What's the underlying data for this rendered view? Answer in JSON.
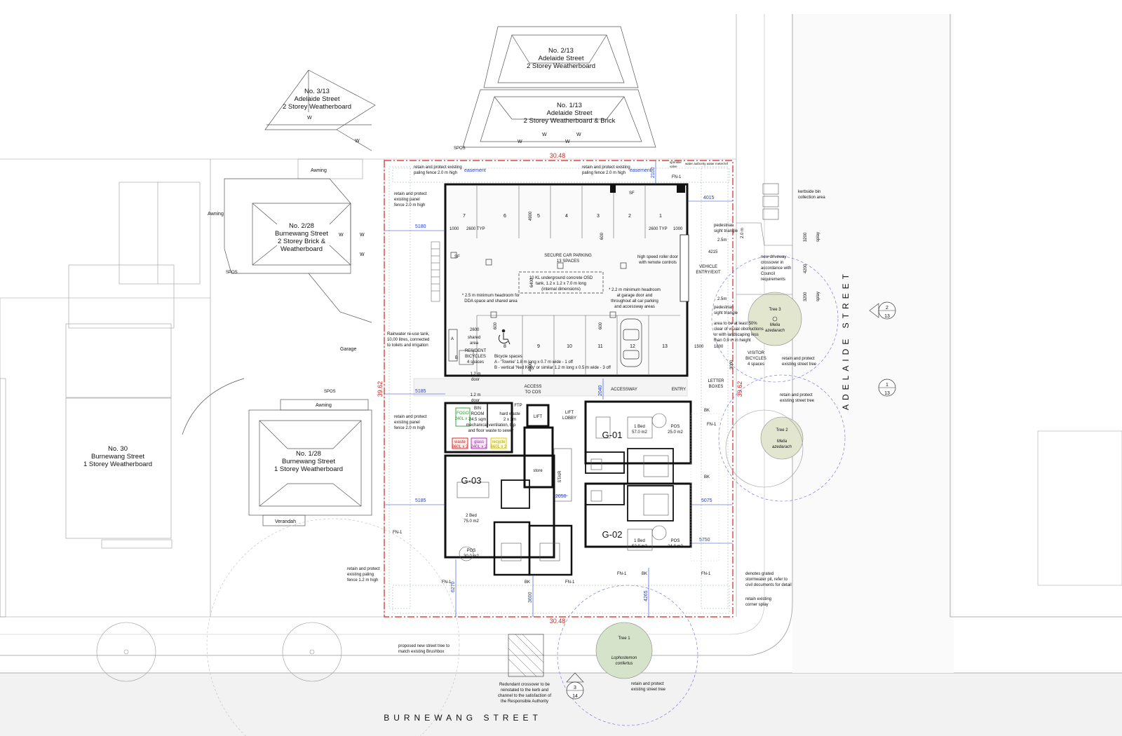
{
  "streets": {
    "south": "BURNEWANG STREET",
    "east": "ADELAIDE STREET"
  },
  "neighbours": [
    {
      "no": "No. 2/13",
      "street": "Adelaide Street",
      "type": "2 Storey Weatherboard"
    },
    {
      "no": "No. 3/13",
      "street": "Adelaide Street",
      "type": "2 Storey Weatherboard"
    },
    {
      "no": "No. 1/13",
      "street": "Adelaide Street",
      "type": "2 Storey Weatherboard & Brick"
    },
    {
      "no": "No. 2/28",
      "street": "Burnewang Street",
      "type": "2 Storey Brick &",
      "type2": "Weatherboard"
    },
    {
      "no": "No. 30",
      "street": "Burnewang Street",
      "type": "1 Storey Weatherboard"
    },
    {
      "no": "No. 1/28",
      "street": "Burnewang Street",
      "type": "1 Storey Weatherboard"
    }
  ],
  "misc_labels": {
    "awning": "Awning",
    "garage": "Garage",
    "spos": "SPOS",
    "verandah": "Verandah",
    "w": "W",
    "easement": "easement",
    "sf": "SF",
    "fn1": "FN-1",
    "bk": "BK",
    "store": "store",
    "stair": "STAIR",
    "lift": "LIFT",
    "a": "A",
    "b": "B"
  },
  "dims": {
    "top": "30.48",
    "bottom": "30.48",
    "left": "39.62",
    "right": "39.62",
    "d2100": "2100",
    "d4015": "4015",
    "d5180": "5180",
    "d5185a": "5185",
    "d5185b": "5185",
    "d5075": "5075",
    "d5750": "5750",
    "d6270": "6270",
    "d3600": "3600",
    "d4265": "4265",
    "d2040": "2040",
    "d2050": "2050",
    "d4215": "4215",
    "d25a": "2.5m",
    "d25b": "2.5m",
    "d4900a": "4900",
    "d4900b": "4900",
    "d2600a": "2600 TYP",
    "d2600b": "2600 TYP",
    "d2600c": "2600",
    "d1000a": "1000",
    "d1000b": "1000",
    "d6400": "6400",
    "d1800": "1800",
    "d3000": "3000",
    "d1500": "1500",
    "d3200a": "3200",
    "d3200b": "3200",
    "d4200": "4200",
    "d20": "2.0 m",
    "splay1": "splay",
    "splay2": "splay",
    "d600a": "600",
    "d600b": "600",
    "d600c": "600"
  },
  "parking": {
    "title": "SECURE CAR PARKING",
    "subtitle": "13 SPACES",
    "bays_top": [
      "7",
      "6",
      "5",
      "4",
      "3",
      "2",
      "1"
    ],
    "bays_bottom": [
      "8",
      "9",
      "10",
      "11",
      "12",
      "13"
    ],
    "tank1": "10 KL underground concrete OSD",
    "tank2": "tank, 1.2 x 1.2 x 7.0 m long",
    "tank3": "(internal dimensions)",
    "headroom1": "* 2.5 m minimum headroom for",
    "headroom2": "DDA space and shared area",
    "headroom3": "* 2.2 m minimum headroom",
    "headroom4": "at garage door and",
    "headroom5": "throughout all car parking",
    "headroom6": "and accessway areas",
    "shared": "shared",
    "shared2": "area",
    "door1": "high speed roller door",
    "door2": "with remote controls",
    "vehicle1": "VEHICLE",
    "vehicle2": "ENTRY/EXIT"
  },
  "bicycles": {
    "res1": "RESIDENT",
    "res2": "BICYCLES",
    "res3": "4 spaces",
    "spaces": "Bicycle spaces",
    "a": "A - 'Townie' 1.8 m long x 0.7 m wide - 1 off",
    "b": "B - vertical 'Ned Kelly' or similar 1.2 m long x 0.5 m wide - 3 off",
    "vis1": "VISITOR",
    "vis2": "BICYCLES",
    "vis3": "4 spaces"
  },
  "circulation": {
    "access1": "ACCESS",
    "access2": "TO COS",
    "accessway": "ACCESSWAY",
    "entry": "ENTRY",
    "lift1": "LIFT",
    "lift2": "LOBBY",
    "door12a": "1.2 m",
    "door12a2": "door",
    "door12b": "1.2 m",
    "door12b2": "door",
    "letter1": "LETTER",
    "letter2": "BOXES"
  },
  "bin_room": {
    "title1": "BIN",
    "title2": "ROOM",
    "area": "24.5 sqm",
    "mech1": "mechanical ventilation, tap",
    "mech2": "and floor waste to sewer",
    "hw1": "hard waste",
    "hw2": "2 x 2m",
    "fogo1": "FOGO",
    "fogo2": "240L x 2",
    "waste1": "waste",
    "waste2": "660L x 2",
    "glass1": "glass",
    "glass2": "240L x 2",
    "recycle1": "recycle",
    "recycle2": "660L x 2",
    "ftp": "FTP",
    "colors": {
      "fogo": "#2e9a2e",
      "waste": "#d21e1e",
      "glass": "#a424a4",
      "recycle": "#d7c600"
    }
  },
  "units": [
    {
      "id": "G-01",
      "bed": "1 Bed",
      "area": "57.0 m2",
      "pos": "POS",
      "pos_area": "25.0 m2"
    },
    {
      "id": "G-02",
      "bed": "1 Bed",
      "area": "52.0 m2",
      "pos": "POS",
      "pos_area": "24.8 m2"
    },
    {
      "id": "G-03",
      "bed": "2 Bed",
      "area": "75.0 m2",
      "pos": "POS",
      "pos_area": "30.0 m2"
    }
  ],
  "trees": [
    {
      "id": "Tree 3",
      "species": "Melia",
      "species2": "azedarach",
      "fill": "#e2e6cf"
    },
    {
      "id": "Tree 2",
      "species": "Melia",
      "species2": "azedarach",
      "fill": "#e2e6cf"
    },
    {
      "id": "Tree 1",
      "species": "Lophostemon",
      "species2": "confertus",
      "fill": "#d4e3c9"
    }
  ],
  "notes": {
    "fence_top1a": "retain and protect existing",
    "fence_top1b": "paling fence 2.0 m high",
    "fence_top2a": "retain and protect existing",
    "fence_top2b": "paling fence 2.0 m high",
    "fence_left1a": "retain and protect",
    "fence_left1b": "existing panel",
    "fence_left1c": "fence 2.0 m high",
    "fence_left2a": "retain and protect",
    "fence_left2b": "existing panel",
    "fence_left2c": "fence 2.0 m high",
    "fence_left3a": "retain and protect",
    "fence_left3b": "existing paling",
    "fence_left3c": "fence 1.2 m high",
    "rain1": "Rainwater re-use tank,",
    "rain2": "10,00 litres, connected",
    "rain3": "to toilets and irrigation",
    "sprinkler1": "sprinkler",
    "sprinkler2": "valve",
    "main1": "water authority water meter/ref",
    "kerb1": "kerbside bin",
    "kerb2": "collection area",
    "crossover1": "new driveway",
    "crossover2": "crossover in",
    "crossover3": "accordance with",
    "crossover4": "Council",
    "crossover5": "requirements",
    "ped1": "pedestrian",
    "ped2": "sight triangle",
    "ped3": "pedestrian",
    "ped4": "sight triangle",
    "clear1": "area to be at least 50%",
    "clear2": "clear of visual obstructions",
    "clear3": "or with landscaping less",
    "clear4": "than 0.9 m in height",
    "tree_ret1": "retain and protect",
    "tree_ret2": "existing street tree",
    "tree_ret3": "retain and protect",
    "tree_ret4": "existing street tree",
    "tree_ret5": "retain and protect",
    "tree_ret6": "existing street tree",
    "storm1": "denotes grated",
    "storm2": "stormwater pit, refer to",
    "storm3": "civil documents for detail",
    "corner1": "retain existing",
    "corner2": "corner splay",
    "newtree1": "proposed new street tree to",
    "newtree2": "match existing Brushbox",
    "redund1": "Redundant crossover to be",
    "redund2": "reinstated to the kerb and",
    "redund3": "channel to the satisfaction of",
    "redund4": "the Responsible Authority"
  },
  "section_markers": [
    {
      "top": "2",
      "bottom": "13"
    },
    {
      "top": "1",
      "bottom": "13"
    },
    {
      "top": "3",
      "bottom": "14"
    }
  ]
}
